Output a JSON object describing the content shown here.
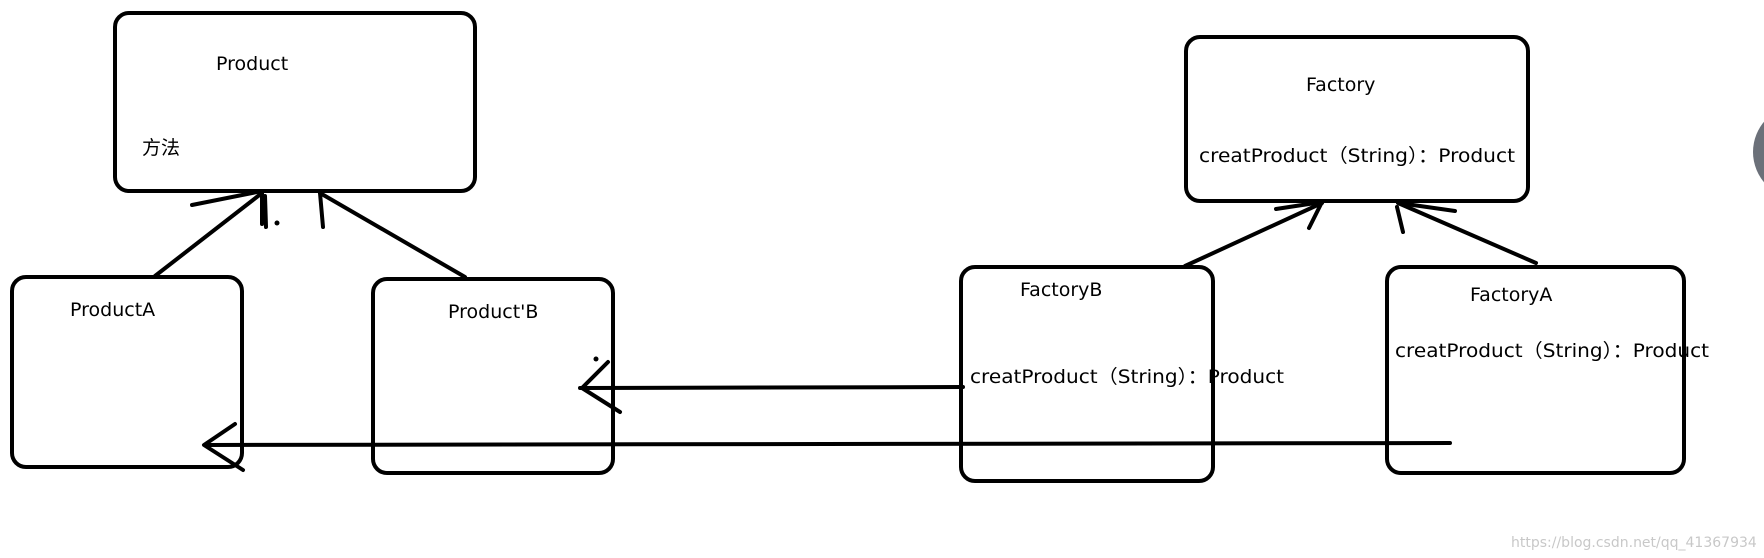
{
  "boxes": {
    "product": {
      "title": "Product",
      "method": "方法"
    },
    "product_a": {
      "title": "ProductA"
    },
    "product_b": {
      "title": "Product'B"
    },
    "factory": {
      "title": "Factory",
      "method": "creatProduct（String）：Product"
    },
    "factory_b": {
      "title": "FactoryB",
      "method": "creatProduct（String）：Product"
    },
    "factory_a": {
      "title": "FactoryA",
      "method": "creatProduct（String）：Product"
    }
  },
  "watermark": "https://blog.csdn.net/qq_41367934",
  "colors": {
    "stroke": "#000000",
    "background": "#ffffff",
    "side_circle": "#6b7079"
  }
}
